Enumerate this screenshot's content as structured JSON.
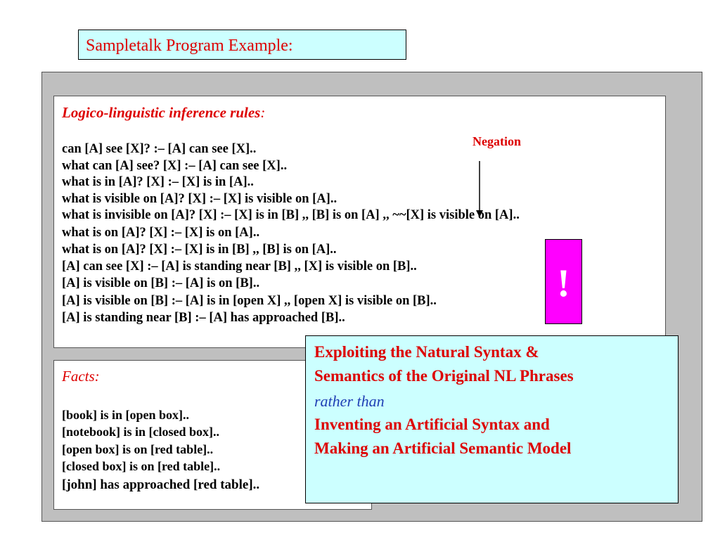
{
  "title": "Sampletalk Program Example:",
  "rules": {
    "heading": "Logico-linguistic inference rules",
    "heading_suffix": ":",
    "lines": [
      "can [A] see [X]? :– [A] can see [X]..",
      "what can [A] see? [X] :– [A] can see [X]..",
      "what is in [A]? [X] :– [X] is in [A]..",
      "what is visible on [A]? [X] :–  [X] is visible on [A]..",
      "what is invisible on [A]? [X] :– [X] is in [B] ,, [B] is on [A] ,, ~~[X] is visible on [A]..",
      "what is on [A]? [X] :– [X] is on [A]..",
      "what is on [A]? [X] :– [X] is in [B] ,, [B] is on [A]..",
      "[A] can see [X] :– [A] is standing near [B] ,, [X] is visible on [B]..",
      "[A] is visible on [B] :– [A] is on [B]..",
      "[A] is visible on [B] :– [A] is in [open X] ,, [open X] is visible on [B]..",
      "[A] is standing near [B] :– [A] has approached [B].."
    ]
  },
  "negation_label": "Negation",
  "exclamation": "!",
  "facts": {
    "heading": "Facts:",
    "lines": [
      "[book] is in [open box]..",
      "[notebook] is in [closed box]..",
      "[open box] is on [red table]..",
      "[closed box] is on [red table]..",
      "[john] has approached [red table].."
    ]
  },
  "callout": {
    "line1": "Exploiting the Natural Syntax &",
    "line2": "Semantics of the Original NL Phrases",
    "line3": "rather than",
    "line4": "Inventing an Artificial Syntax and",
    "line5": "Making an Artificial Semantic Model"
  },
  "colors": {
    "accent_red": "#dd0000",
    "title_bg": "#ccffff",
    "exclamation_bg": "#ff00ff",
    "outer_bg": "#bfbfbf",
    "rather_than_blue": "#1f3fb5"
  }
}
